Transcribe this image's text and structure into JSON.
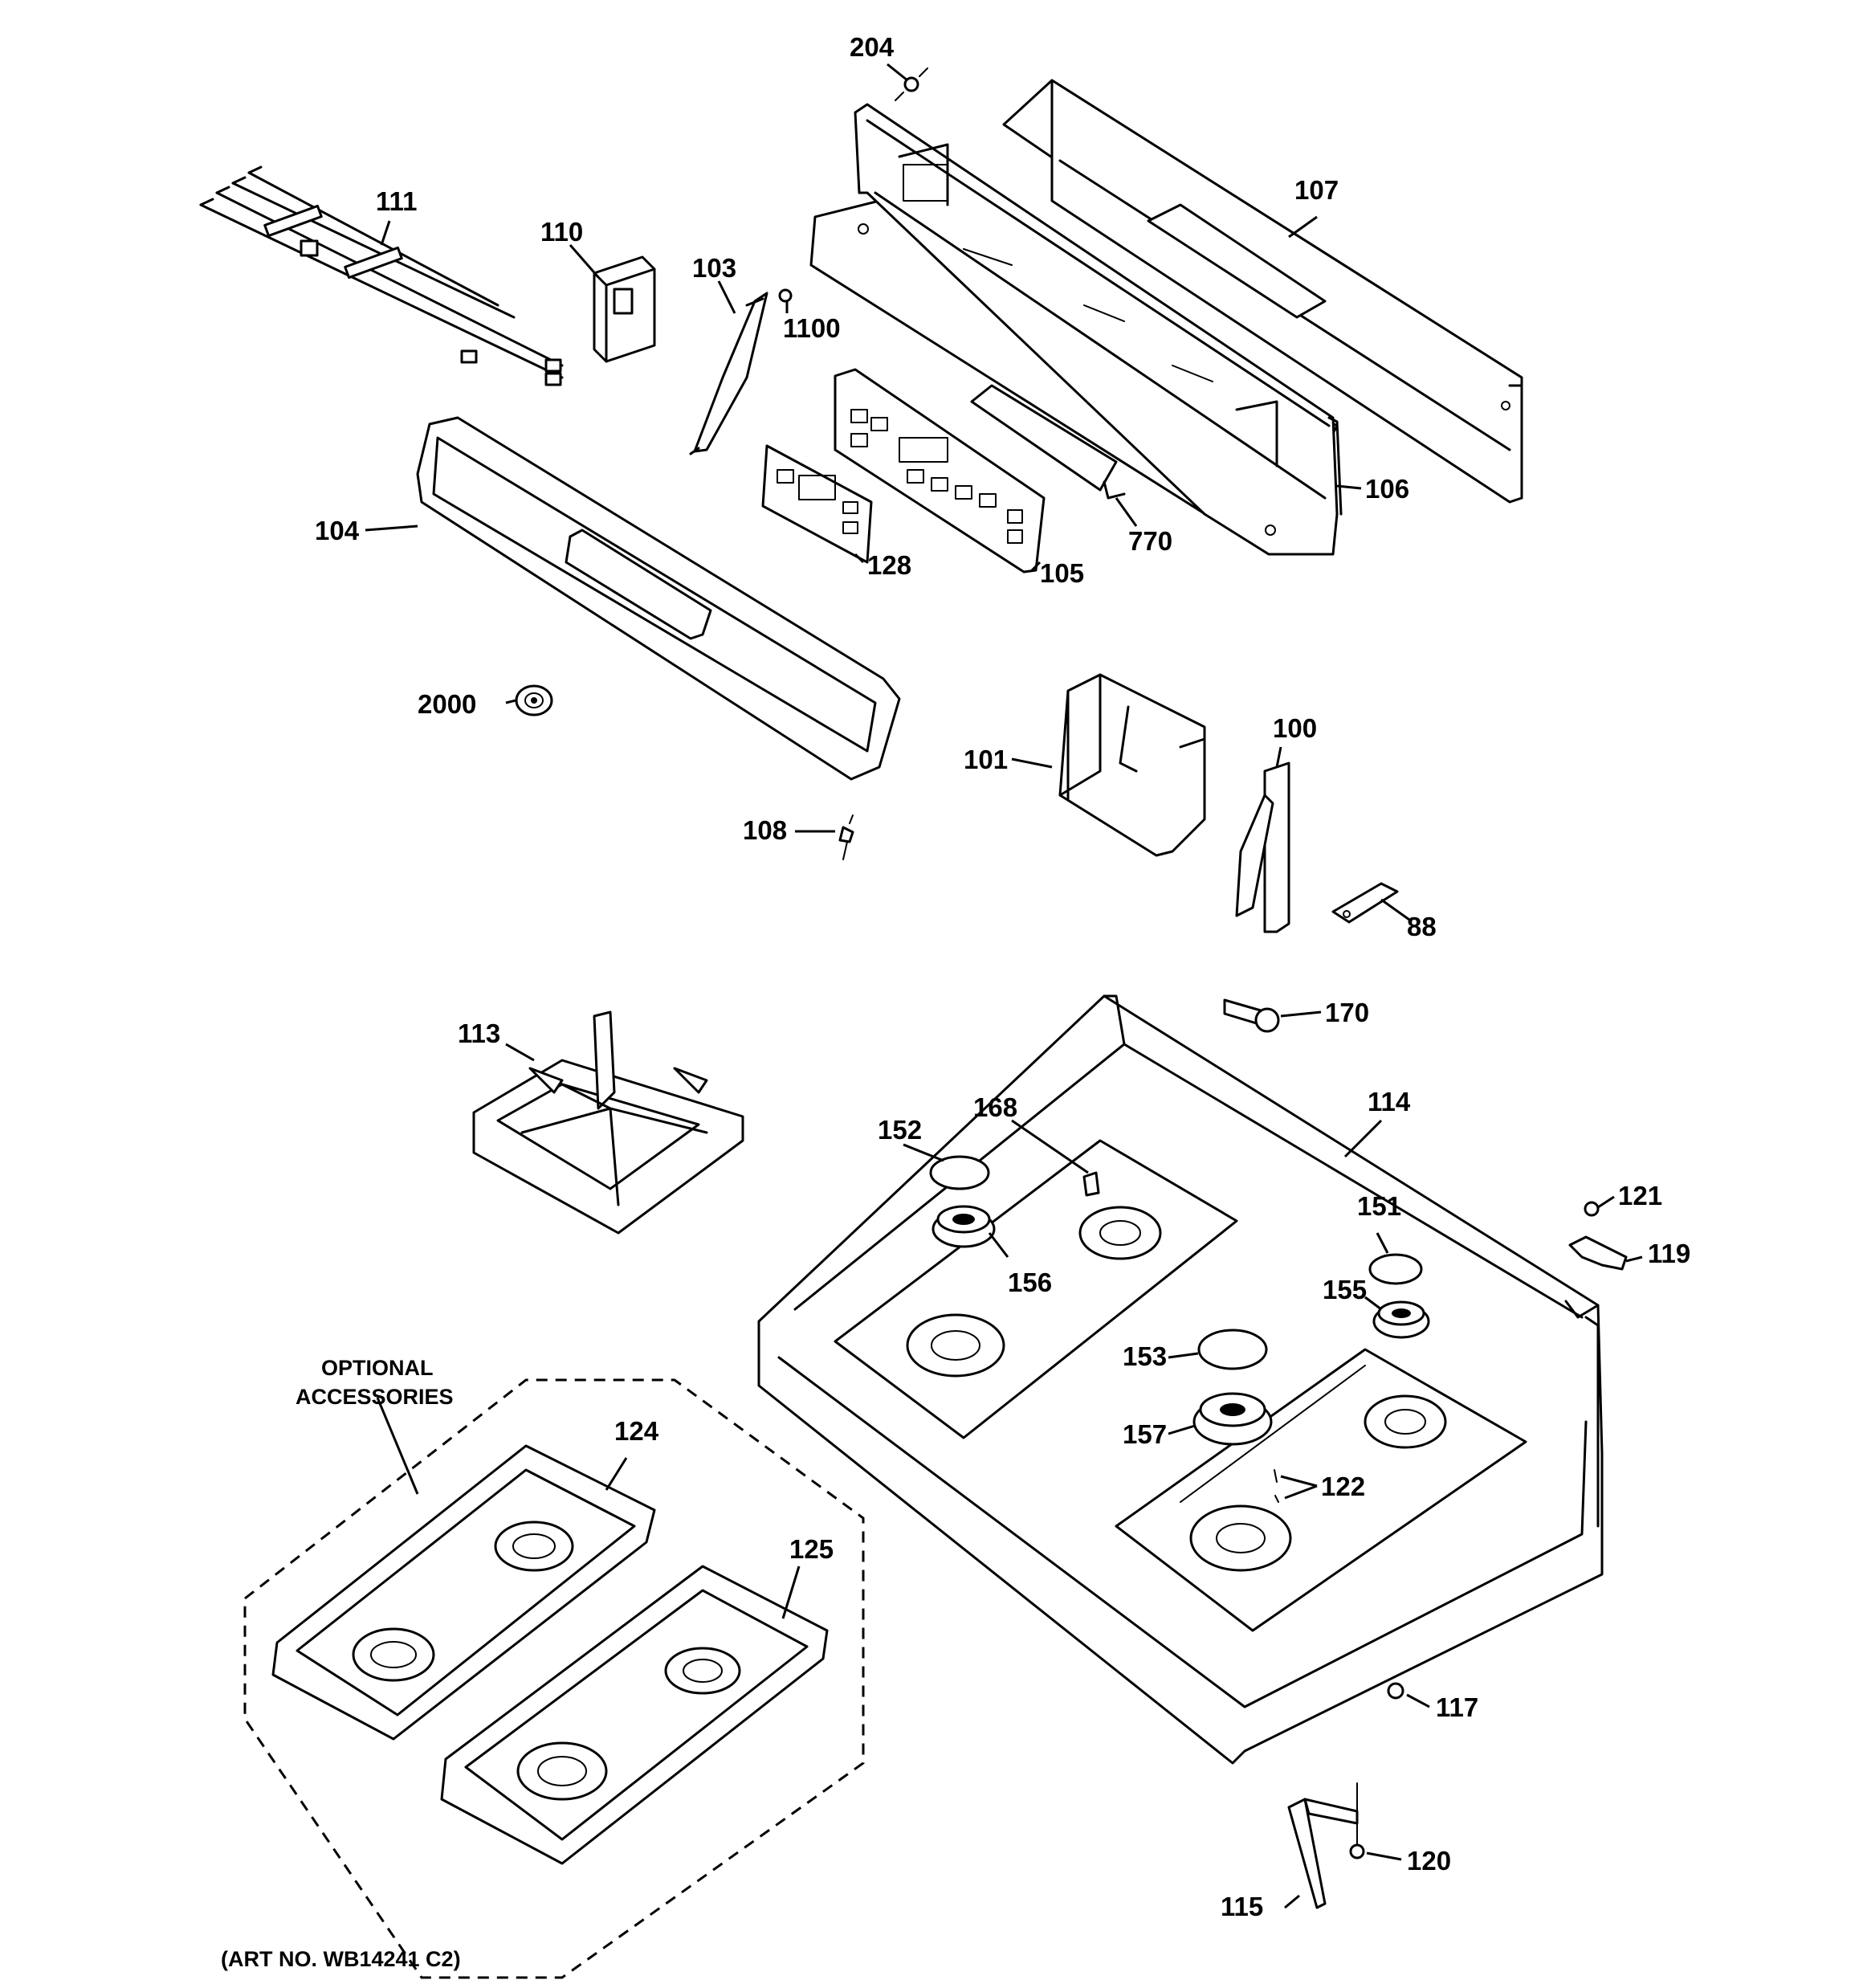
{
  "diagram": {
    "part_labels": {
      "p204": "204",
      "p107": "107",
      "p111": "111",
      "p110": "110",
      "p103": "103",
      "p1100": "1100",
      "p106": "106",
      "p104": "104",
      "p128": "128",
      "p770": "770",
      "p105": "105",
      "p2000": "2000",
      "p101": "101",
      "p100": "100",
      "p108": "108",
      "p88": "88",
      "p170": "170",
      "p113": "113",
      "p114": "114",
      "p168": "168",
      "p152": "152",
      "p151": "151",
      "p121": "121",
      "p156": "156",
      "p119": "119",
      "p155": "155",
      "p153": "153",
      "p157": "157",
      "p122": "122",
      "p124": "124",
      "p125": "125",
      "p117": "117",
      "p120": "120",
      "p115": "115"
    },
    "optional_line1": "OPTIONAL",
    "optional_line2": "ACCESSORIES",
    "art_number": "(ART NO. WB14241 C2)"
  }
}
